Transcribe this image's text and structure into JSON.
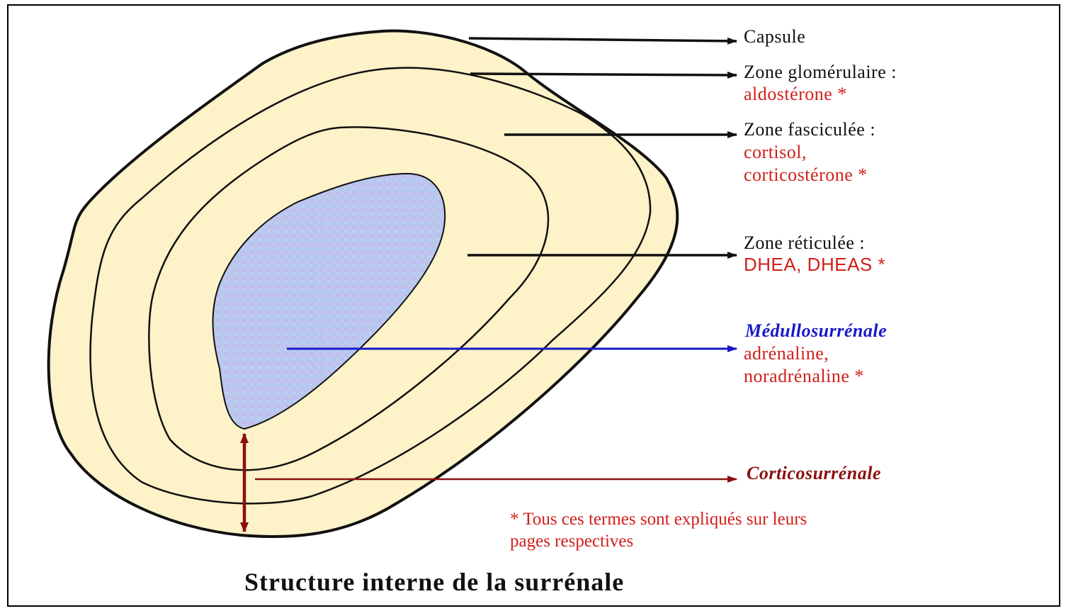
{
  "labels": {
    "capsule": "Capsule",
    "glomerulaire": {
      "title": "Zone glomérulaire :",
      "hormones": "aldostérone *"
    },
    "fasciculee": {
      "title": "Zone fasciculée :",
      "hormones_line1": "cortisol,",
      "hormones_line2": "corticostérone *"
    },
    "reticulee": {
      "title": "Zone réticulée :",
      "hormones": "DHEA, DHEAS *"
    },
    "medullo": {
      "title": "Médullosurrénale",
      "hormones_line1": "adrénaline,",
      "hormones_line2": "noradrénaline *"
    },
    "cortico": "Corticosurrénale"
  },
  "note": {
    "line1": "* Tous ces termes sont expliqués sur leurs",
    "line2": "pages respectives"
  },
  "caption": "Structure interne de la surrénale",
  "colors": {
    "cortex_fill": "#fdf2c8",
    "medulla_fill": "#b8c4ec",
    "label_red": "#d0201a",
    "medulla_arrow": "#1818c8",
    "cortex_arrow": "#8b1010",
    "outline": "#111111"
  }
}
